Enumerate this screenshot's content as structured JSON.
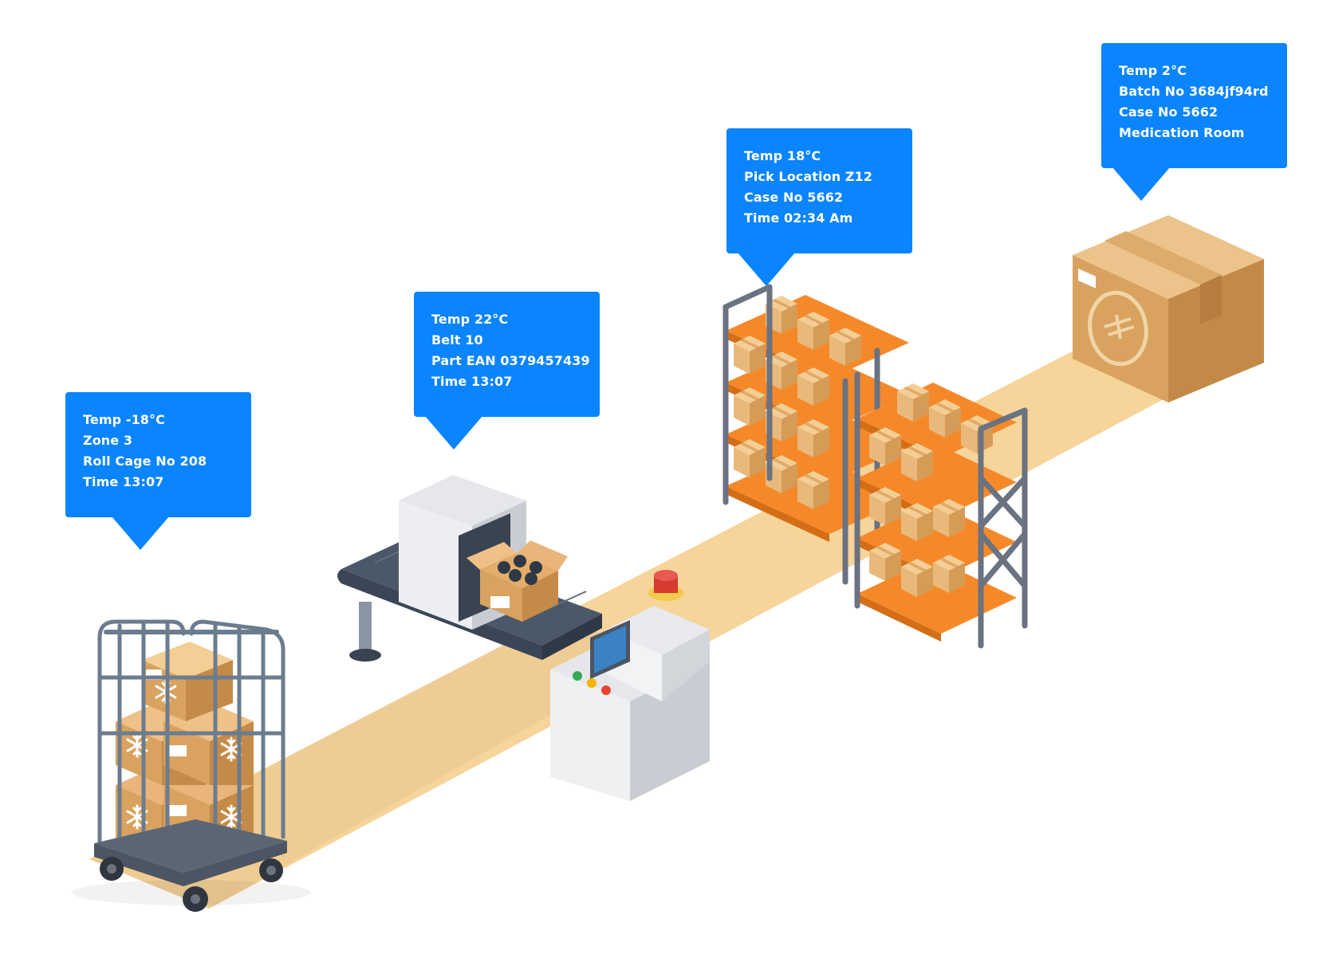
{
  "callouts": [
    {
      "id": "roll-cage",
      "lines": [
        "Temp -18°C",
        "Zone 3",
        "Roll Cage No 208",
        "Time 13:07"
      ]
    },
    {
      "id": "conveyor",
      "lines": [
        "Temp 22°C",
        "Belt 10",
        "Part EAN 0379457439",
        "Time 13:07"
      ]
    },
    {
      "id": "racking",
      "lines": [
        "Temp 18°C",
        "Pick Location Z12",
        "Case No 5662",
        "Time 02:34 Am"
      ]
    },
    {
      "id": "box",
      "lines": [
        "Temp 2°C",
        "Batch No 3684jf94rd",
        "Case No 5662",
        "Medication Room"
      ]
    }
  ],
  "colors": {
    "callout": "#0a84ff",
    "path": "#f6ce8e",
    "box": "#d9a35f",
    "shelf": "#f5892a",
    "frame": "#6b7280"
  }
}
